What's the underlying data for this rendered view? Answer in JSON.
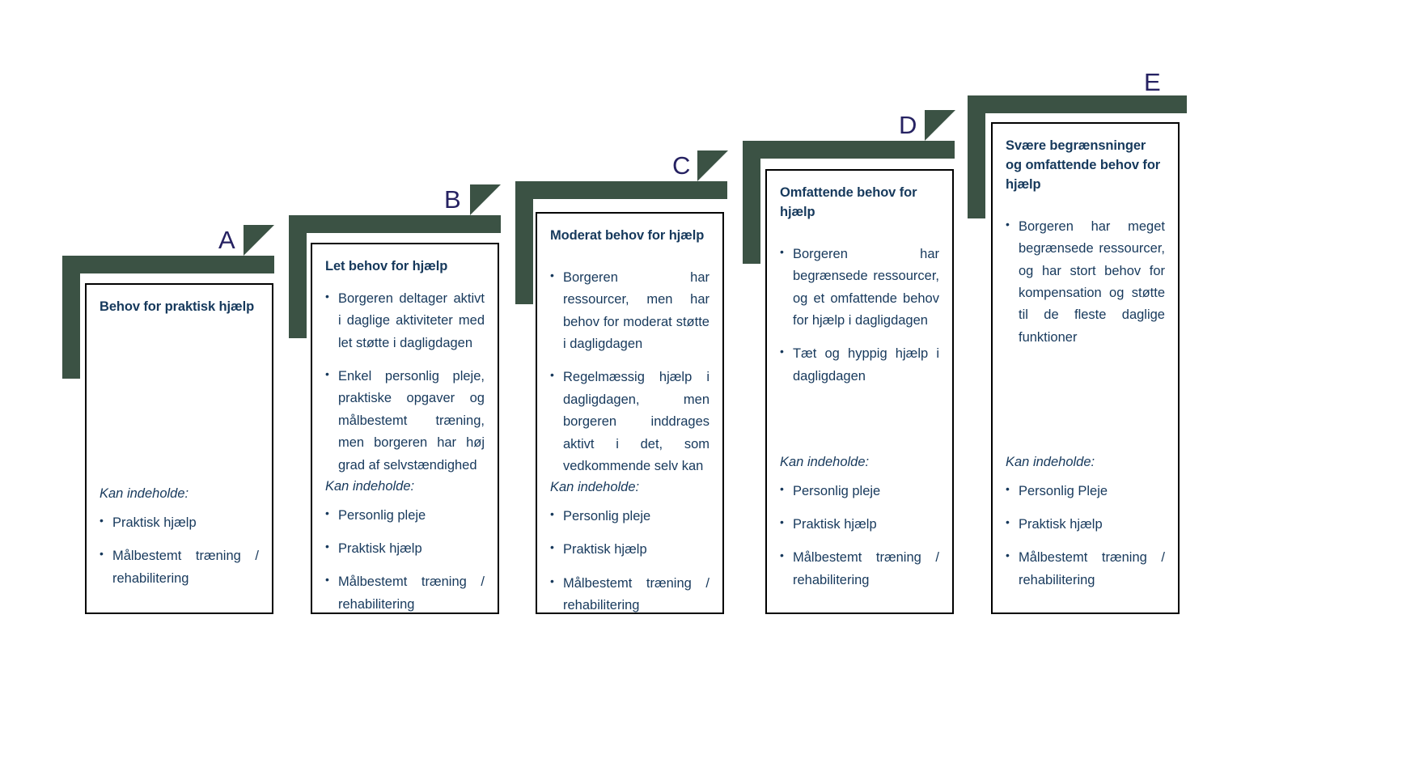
{
  "meta": {
    "title": "Behovstrappe - niveauer for hjælp",
    "accent_green": "#3b5244",
    "letter_navy": "#262262",
    "text_navy": "#17395c",
    "card_border": "#000000",
    "background": "#ffffff"
  },
  "kan_indeholde_label": "Kan indeholde:",
  "steps": [
    {
      "letter": "A",
      "title": "Behov for praktisk hjælp",
      "description_bullets": [],
      "kan_label": "Kan indeholde:",
      "kan_bullets": [
        "Praktisk hjælp",
        "Målbestemt træning / rehabilitering"
      ]
    },
    {
      "letter": "B",
      "title": "Let behov for hjælp",
      "description_bullets": [
        "Borgeren deltager aktivt i daglige aktiviteter med let støtte i dagligdagen",
        "Enkel personlig pleje, praktiske opgaver og målbestemt træning, men borgeren har høj grad af selvstændighed"
      ],
      "kan_label": "Kan indeholde:",
      "kan_bullets": [
        "Personlig pleje",
        "Praktisk hjælp",
        "Målbestemt træning / rehabilitering"
      ]
    },
    {
      "letter": "C",
      "title": "Moderat behov for hjælp",
      "description_bullets": [
        "Borgeren har ressourcer, men har behov for moderat støtte i dagligdagen",
        "Regelmæssig hjælp i dagligdagen, men borgeren inddrages aktivt i det, som vedkommende selv kan"
      ],
      "kan_label": "Kan indeholde:",
      "kan_bullets": [
        "Personlig pleje",
        "Praktisk hjælp",
        "Målbestemt træning / rehabilitering"
      ]
    },
    {
      "letter": "D",
      "title": "Omfattende behov for hjælp",
      "description_bullets": [
        "Borgeren har begrænsede ressourcer, og et omfattende behov for hjælp i dagligdagen",
        "Tæt og hyppig hjælp i dagligdagen"
      ],
      "kan_label": "Kan indeholde:",
      "kan_bullets": [
        "Personlig pleje",
        "Praktisk hjælp",
        "Målbestemt træning / rehabilitering"
      ]
    },
    {
      "letter": "E",
      "title": "Svære begrænsninger og omfattende behov for hjælp",
      "description_bullets": [
        "Borgeren har meget begrænsede ressourcer, og har stort behov for kompensation og støtte til de fleste daglige funktioner"
      ],
      "kan_label": "Kan indeholde:",
      "kan_bullets": [
        "Personlig Pleje",
        "Praktisk hjælp",
        "Målbestemt træning / rehabilitering"
      ]
    }
  ]
}
